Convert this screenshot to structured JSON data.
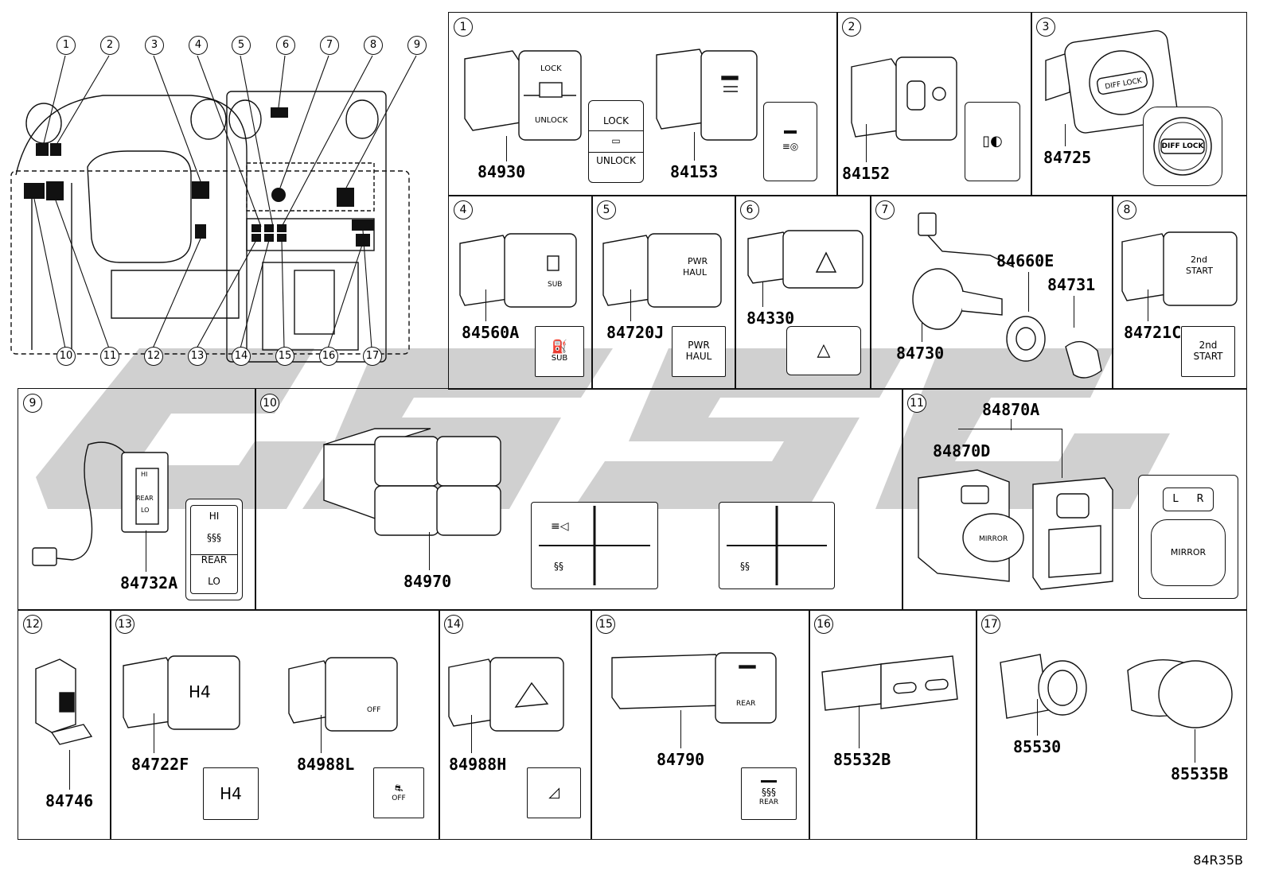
{
  "callouts": [
    "1",
    "2",
    "3",
    "4",
    "5",
    "6",
    "7",
    "8",
    "9",
    "10",
    "11",
    "12",
    "13",
    "14",
    "15",
    "16",
    "17"
  ],
  "panels": [
    {
      "num": "1",
      "parts": [
        {
          "label": "84930"
        },
        {
          "label": "84153"
        }
      ],
      "icons": {
        "lock": "LOCK",
        "unlock": "UNLOCK"
      }
    },
    {
      "num": "2",
      "parts": [
        {
          "label": "84152"
        }
      ]
    },
    {
      "num": "3",
      "parts": [
        {
          "label": "84725"
        }
      ],
      "icons": {
        "diff": "DIFF LOCK"
      }
    },
    {
      "num": "4",
      "parts": [
        {
          "label": "84560A"
        }
      ],
      "icons": {
        "sub": "SUB"
      }
    },
    {
      "num": "5",
      "parts": [
        {
          "label": "84720J"
        }
      ],
      "icons": {
        "l1": "PWR",
        "l2": "HAUL"
      }
    },
    {
      "num": "6",
      "parts": [
        {
          "label": "84330"
        }
      ]
    },
    {
      "num": "7",
      "parts": [
        {
          "label": "84660E"
        },
        {
          "label": "84731"
        },
        {
          "label": "84730"
        }
      ]
    },
    {
      "num": "8",
      "parts": [
        {
          "label": "84721C"
        }
      ],
      "icons": {
        "l1": "2nd",
        "l2": "START"
      }
    },
    {
      "num": "9",
      "parts": [
        {
          "label": "84732A"
        }
      ],
      "icons": {
        "hi": "HI",
        "rear": "REAR",
        "lo": "LO"
      }
    },
    {
      "num": "10",
      "parts": [
        {
          "label": "84970"
        }
      ]
    },
    {
      "num": "11",
      "parts": [
        {
          "label": "84870A"
        },
        {
          "label": "84870D"
        }
      ],
      "icons": {
        "l": "L",
        "r": "R",
        "mirror": "MIRROR"
      }
    },
    {
      "num": "12",
      "parts": [
        {
          "label": "84746"
        }
      ]
    },
    {
      "num": "13",
      "parts": [
        {
          "label": "84722F"
        },
        {
          "label": "84988L"
        }
      ],
      "icons": {
        "h4": "H4",
        "off": "OFF"
      }
    },
    {
      "num": "14",
      "parts": [
        {
          "label": "84988H"
        }
      ]
    },
    {
      "num": "15",
      "parts": [
        {
          "label": "84790"
        }
      ],
      "icons": {
        "rear": "REAR"
      }
    },
    {
      "num": "16",
      "parts": [
        {
          "label": "85532B"
        }
      ]
    },
    {
      "num": "17",
      "parts": [
        {
          "label": "85530"
        },
        {
          "label": "85535B"
        }
      ]
    }
  ],
  "reference": "84R35B"
}
